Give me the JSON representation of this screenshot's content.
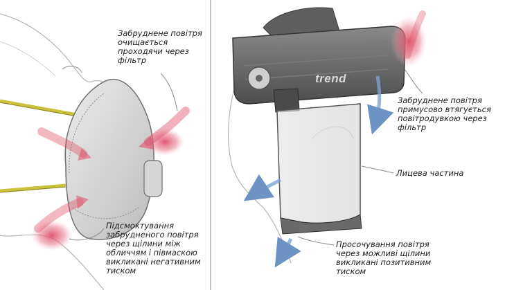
{
  "left_panel": {
    "label_top": [
      "Забруднене повітря",
      "очищається",
      "проходячи через",
      "фільтр"
    ],
    "label_bottom": [
      "Підсмоктування",
      "забрудненого повітря",
      "через щілини між",
      "обличчям і півмаскою",
      "викликані негативним",
      "тиском"
    ]
  },
  "right_panel": {
    "logo": "trend",
    "label_top": [
      "Забруднене повітря",
      "примусово втягується",
      "повітродувкою через",
      "фільтр"
    ],
    "label_face": [
      "Лицева частина"
    ],
    "label_bottom": [
      "Просочування повітря",
      "через можливі щілини",
      "викликані позитивним",
      "тиском"
    ]
  },
  "colors": {
    "red_arrow": "#e0506a",
    "blue_arrow": "#7da3d0",
    "strap": "#c9c23a"
  }
}
